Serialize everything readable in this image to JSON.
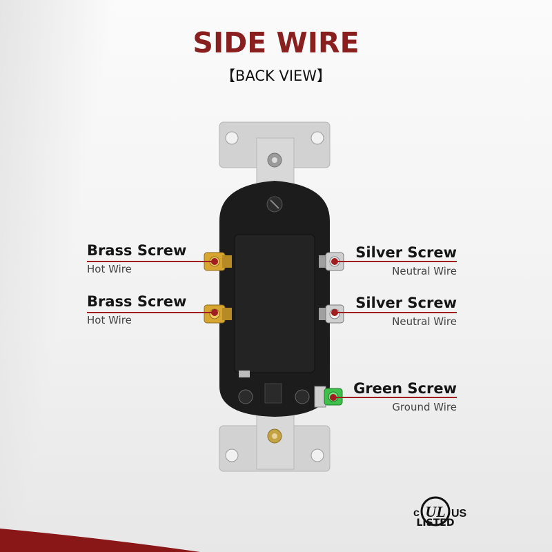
{
  "colors": {
    "brand": "#8a1f1f",
    "leader_line": "#a01e22",
    "device_body": "#1c1c1c",
    "strap": "#d2d2d2",
    "brass": "#d8a531",
    "silver": "#c9c9c9",
    "green_screw": "#3fbf4b",
    "footer_band": "#8a1717"
  },
  "header": {
    "title": "SIDE WIRE",
    "subtitle": "【BACK VIEW】"
  },
  "callouts": {
    "left_top": {
      "name": "Brass Screw",
      "wire": "Hot Wire"
    },
    "left_bottom": {
      "name": "Brass Screw",
      "wire": "Hot Wire"
    },
    "right_top": {
      "name": "Silver Screw",
      "wire": "Neutral Wire"
    },
    "right_middle": {
      "name": "Silver Screw",
      "wire": "Neutral Wire"
    },
    "right_bottom": {
      "name": "Green Screw",
      "wire": "Ground Wire"
    }
  },
  "certification": {
    "mark": "UL",
    "prefix": "c",
    "suffix": "US",
    "listed": "LISTED"
  },
  "icons": {
    "device": "electrical-outlet-back-icon",
    "screw": "screw-icon",
    "cert": "ul-listed-mark-icon"
  }
}
